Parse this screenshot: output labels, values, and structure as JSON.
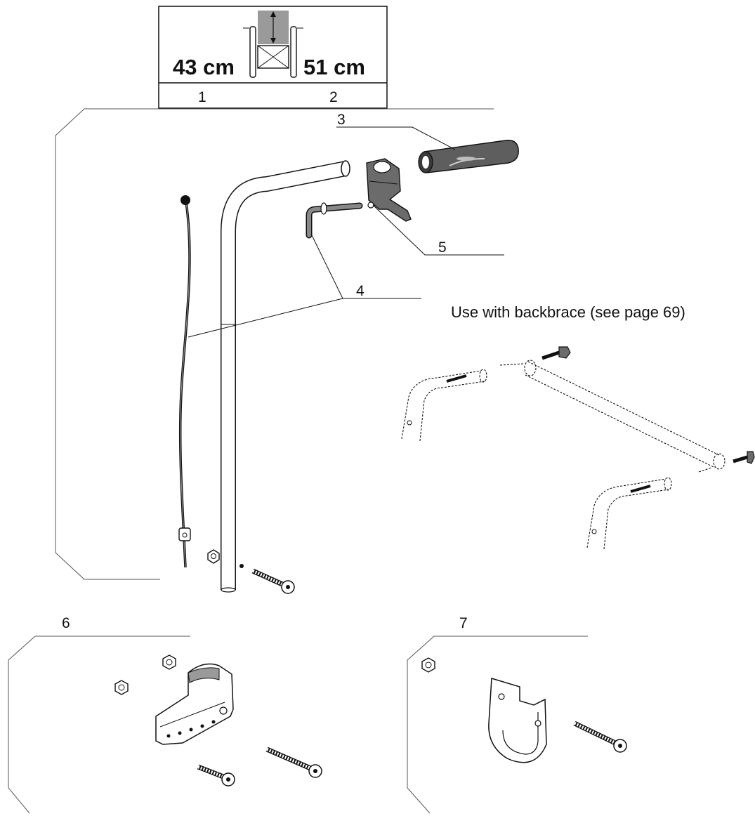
{
  "size_table": {
    "left_size": "43 cm",
    "right_size": "51 cm",
    "columns": [
      "1",
      "2"
    ]
  },
  "callouts": {
    "grip": "3",
    "cable": "4",
    "brake_lever": "5",
    "bracket_kit": "6",
    "clamp_kit": "7"
  },
  "note": "Use with backbrace (see page 69)",
  "colors": {
    "line": "#111111",
    "grip_body": "#5e5e5e",
    "grip_dark": "#3a3a3a",
    "lever": "#6b6b6b",
    "seat_fill": "#9a9a9a",
    "panel_border": "#555555"
  }
}
